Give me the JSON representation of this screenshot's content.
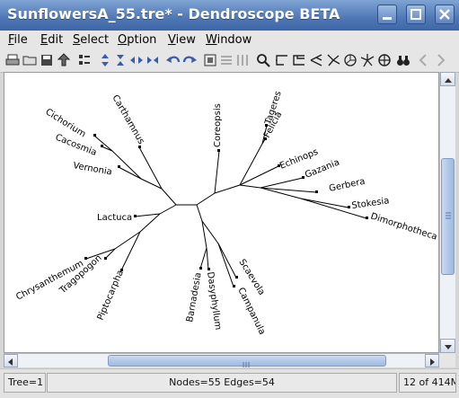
{
  "window": {
    "title": "SunflowersA_55.tre* - Dendroscope BETA"
  },
  "menu": [
    "File",
    "Edit",
    "Select",
    "Option",
    "View",
    "Window"
  ],
  "toolbar_icons": [
    "print-icon",
    "open-icon",
    "save-icon",
    "export-icon",
    "format-icon",
    "expand-vertical-icon",
    "contract-vertical-icon",
    "expand-horizontal-icon",
    "contract-horizontal-icon",
    "undo-icon",
    "redo-icon",
    "zoom-to-fit-icon",
    "fully-contract-icon",
    "fully-expand-icon",
    "find-icon",
    "rectangular-phylogram-icon",
    "rectangular-cladogram-icon",
    "slanted-cladogram-icon",
    "circular-phylogram-icon",
    "circular-cladogram-icon",
    "radial-phylogram-icon",
    "radial-cladogram-icon",
    "innerloop-icon",
    "binoculars-icon",
    "previous-icon",
    "next-icon"
  ],
  "tree": {
    "leaves": [
      "Tageres",
      "Felicia",
      "Coreopsis",
      "Carthamnus",
      "Cichorium",
      "Cacosmia",
      "Vernonia",
      "Lactuca",
      "Chrysanthemum",
      "Tragopogon",
      "Piptocarpha",
      "Barnadesia",
      "Dasyphyllum",
      "Campanula",
      "Scaevola",
      "Echinops",
      "Gazania",
      "Gerbera",
      "Stokesia",
      "Dimorphotheca"
    ]
  },
  "status": {
    "tree": "Tree=1",
    "counts": "Nodes=55 Edges=54",
    "memory": "12 of 414M"
  }
}
